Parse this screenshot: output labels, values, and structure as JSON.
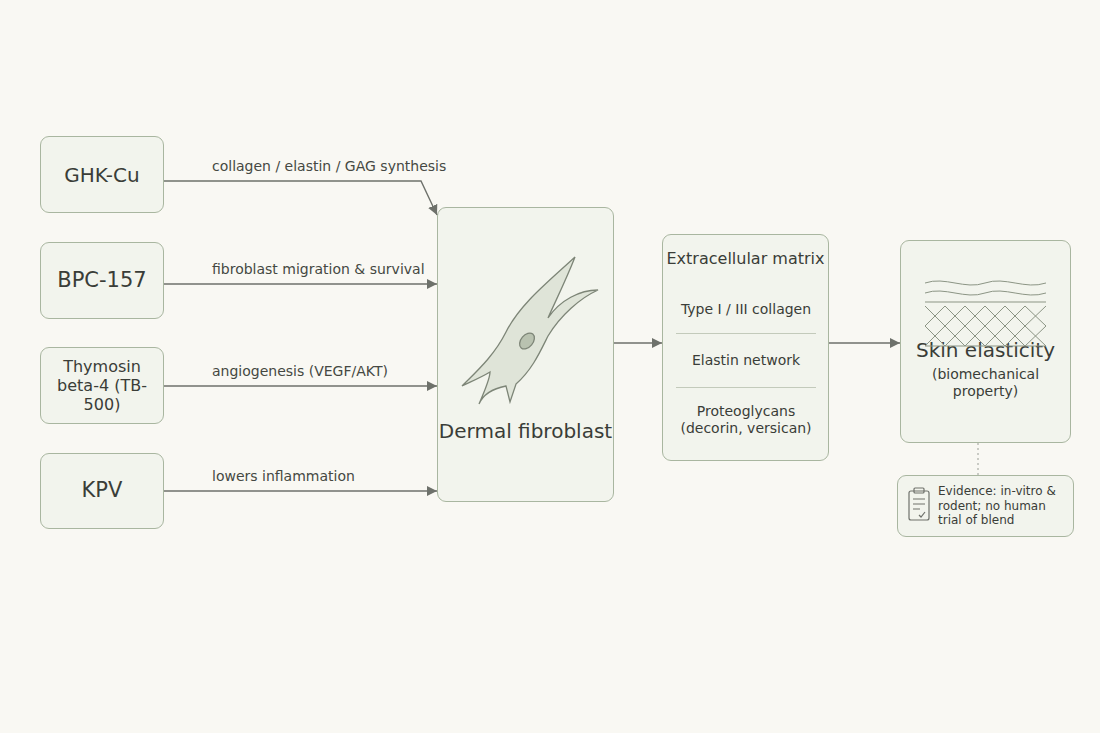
{
  "diagram": {
    "nodes": [
      {
        "text": [
          "GHK-Cu"
        ]
      },
      {
        "text": [
          "BPC-157"
        ]
      },
      {
        "text": [
          "Thymosin beta-4 (TB-500)"
        ]
      },
      {
        "text": [
          "KPV"
        ]
      },
      {
        "text": [
          "Dermal fibroblast"
        ]
      },
      {
        "text": [
          "Extracellular matrix"
        ]
      },
      {
        "text": [
          "Type I / III collagen"
        ],
        "in": 5
      },
      {
        "text": [
          "Elastin network"
        ],
        "in": 5
      },
      {
        "text": [
          "Proteoglycans (decorin, versican)"
        ],
        "in": 5
      },
      {
        "text": [
          "Skin elasticity",
          "(biomechanical property)"
        ]
      },
      {
        "text": [
          "Evidence: in-vitro & rodent; no human trial of blend"
        ]
      }
    ],
    "edges": [
      {
        "from": 0,
        "to": 4,
        "arrow": "to",
        "label": "collagen / elastin / GAG synthesis"
      },
      {
        "from": 1,
        "to": 4,
        "arrow": "to",
        "label": "fibroblast migration & survival"
      },
      {
        "from": 2,
        "to": 4,
        "arrow": "to",
        "label": "angiogenesis (VEGF/AKT)"
      },
      {
        "from": 3,
        "to": 4,
        "arrow": "to",
        "label": "lowers inflammation"
      },
      {
        "from": 4,
        "to": 5,
        "arrow": "to"
      },
      {
        "from": 5,
        "to": 9,
        "arrow": "to"
      },
      {
        "from": 9,
        "to": 10,
        "arrow": "none"
      }
    ]
  }
}
